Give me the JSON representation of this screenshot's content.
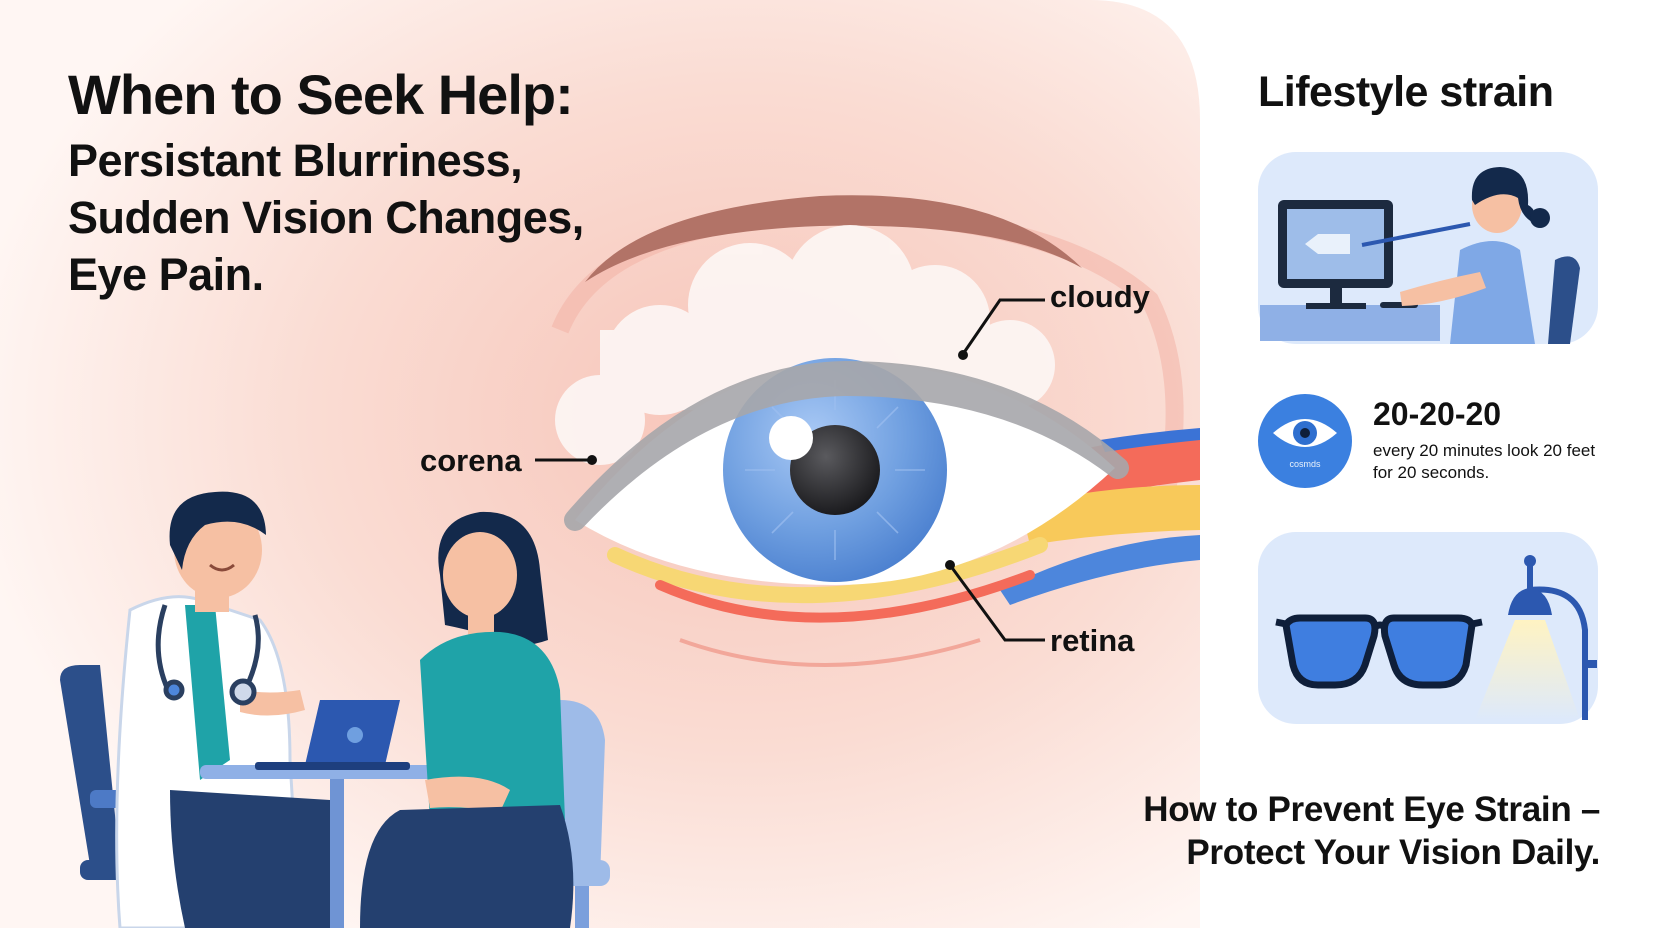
{
  "headline": {
    "title": "When to Seek Help:",
    "lines": [
      "Persistant Blurriness,",
      "Sudden Vision Changes,",
      "Eye Pain."
    ]
  },
  "eye_labels": {
    "cloudy": "cloudy",
    "corena": "corena",
    "retina": "retina"
  },
  "lifestyle": {
    "title": "Lifestyle strain",
    "rule_title": "20-20-20",
    "rule_text": "every 20 minutes look 20 feet for 20 seconds.",
    "badge_text": "cosmds"
  },
  "footer": {
    "lines": [
      "How to Prevent Eye Strain –",
      "Protect Your Vision Daily."
    ]
  },
  "colors": {
    "background_glow": "#f6c7bd",
    "iris": "#6f9fe0",
    "accent_blue": "#3b73d6",
    "card_bg": "#dde9fb",
    "scrub_teal": "#1fa3a8",
    "navy": "#21416f"
  },
  "icons": [
    "stethoscope-icon",
    "laptop-icon",
    "monitor-icon",
    "eye-icon",
    "glasses-icon",
    "desk-lamp-icon"
  ]
}
